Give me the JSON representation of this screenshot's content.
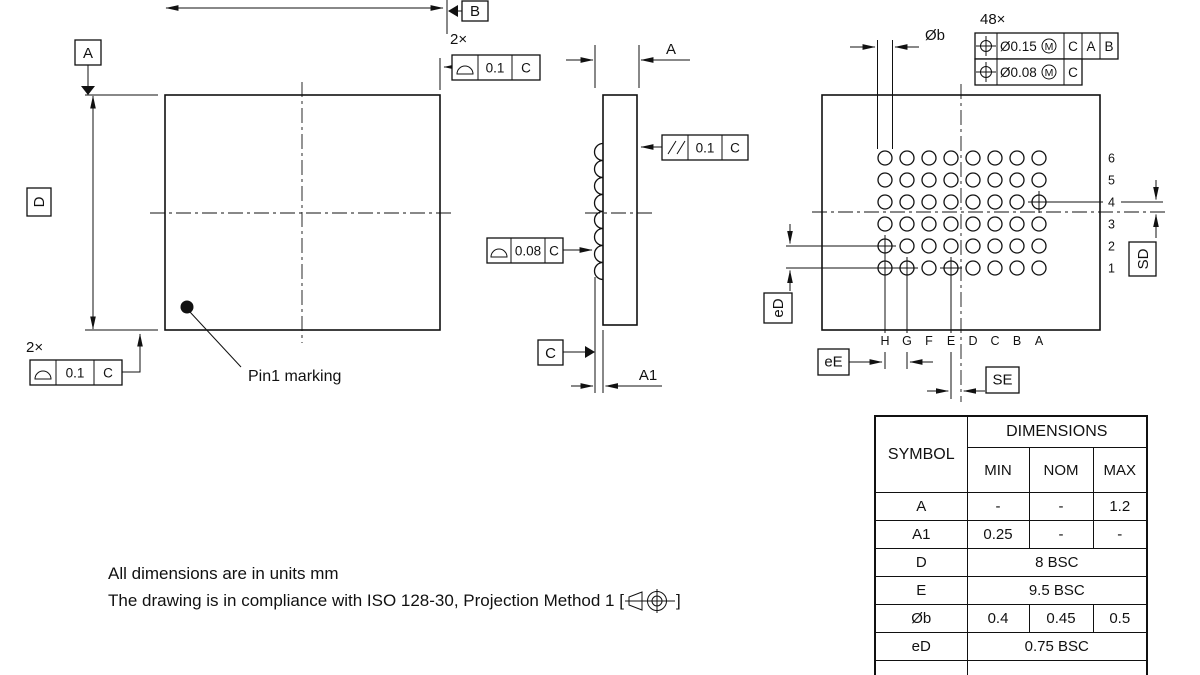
{
  "top_view": {
    "datum_a": "A",
    "datum_b": "B",
    "dim_d_label": "D",
    "qty_top": "2×",
    "fcf_top": {
      "value": "0.1",
      "datum": "C"
    },
    "qty_bottom": "2×",
    "fcf_bottom": {
      "value": "0.1",
      "datum": "C"
    },
    "pin1_label": "Pin1 marking"
  },
  "side_view": {
    "dim_a_label": "A",
    "dim_a1_label": "A1",
    "datum_c": "C",
    "fcf_parallelism": {
      "value": "0.1",
      "datum": "C"
    },
    "fcf_profile": {
      "value": "0.08",
      "datum": "C"
    }
  },
  "bottom_view": {
    "dim_b_label": "Øb",
    "qty_balls": "48×",
    "fcf_position_1": {
      "tolerance": "Ø0.15",
      "modifier": "M",
      "datum_1": "C",
      "datum_2": "A",
      "datum_3": "B"
    },
    "fcf_position_2": {
      "tolerance": "Ø0.08",
      "modifier": "M",
      "datum_1": "C"
    },
    "row_labels": [
      "6",
      "5",
      "4",
      "3",
      "2",
      "1"
    ],
    "col_labels": [
      "H",
      "G",
      "F",
      "E",
      "D",
      "C",
      "B",
      "A"
    ],
    "dim_ed_label": "eD",
    "dim_ee_label": "eE",
    "dim_sd_label": "SD",
    "dim_se_label": "SE"
  },
  "table": {
    "symbol_header": "SYMBOL",
    "dimensions_header": "DIMENSIONS",
    "col_headers": [
      "MIN",
      "NOM",
      "MAX"
    ],
    "rows": [
      {
        "symbol": "A",
        "min": "-",
        "nom": "-",
        "max": "1.2"
      },
      {
        "symbol": "A1",
        "min": "0.25",
        "nom": "-",
        "max": "-"
      },
      {
        "symbol": "D",
        "span": "8 BSC"
      },
      {
        "symbol": "E",
        "span": "9.5 BSC"
      },
      {
        "symbol": "Øb",
        "min": "0.4",
        "nom": "0.45",
        "max": "0.5"
      },
      {
        "symbol": "eD",
        "span": "0.75 BSC"
      }
    ]
  },
  "notes": {
    "line1": "All dimensions are in units mm",
    "line2_before": "The drawing is in compliance with ISO 128-30, Projection Method 1 [",
    "line2_after": "]"
  }
}
